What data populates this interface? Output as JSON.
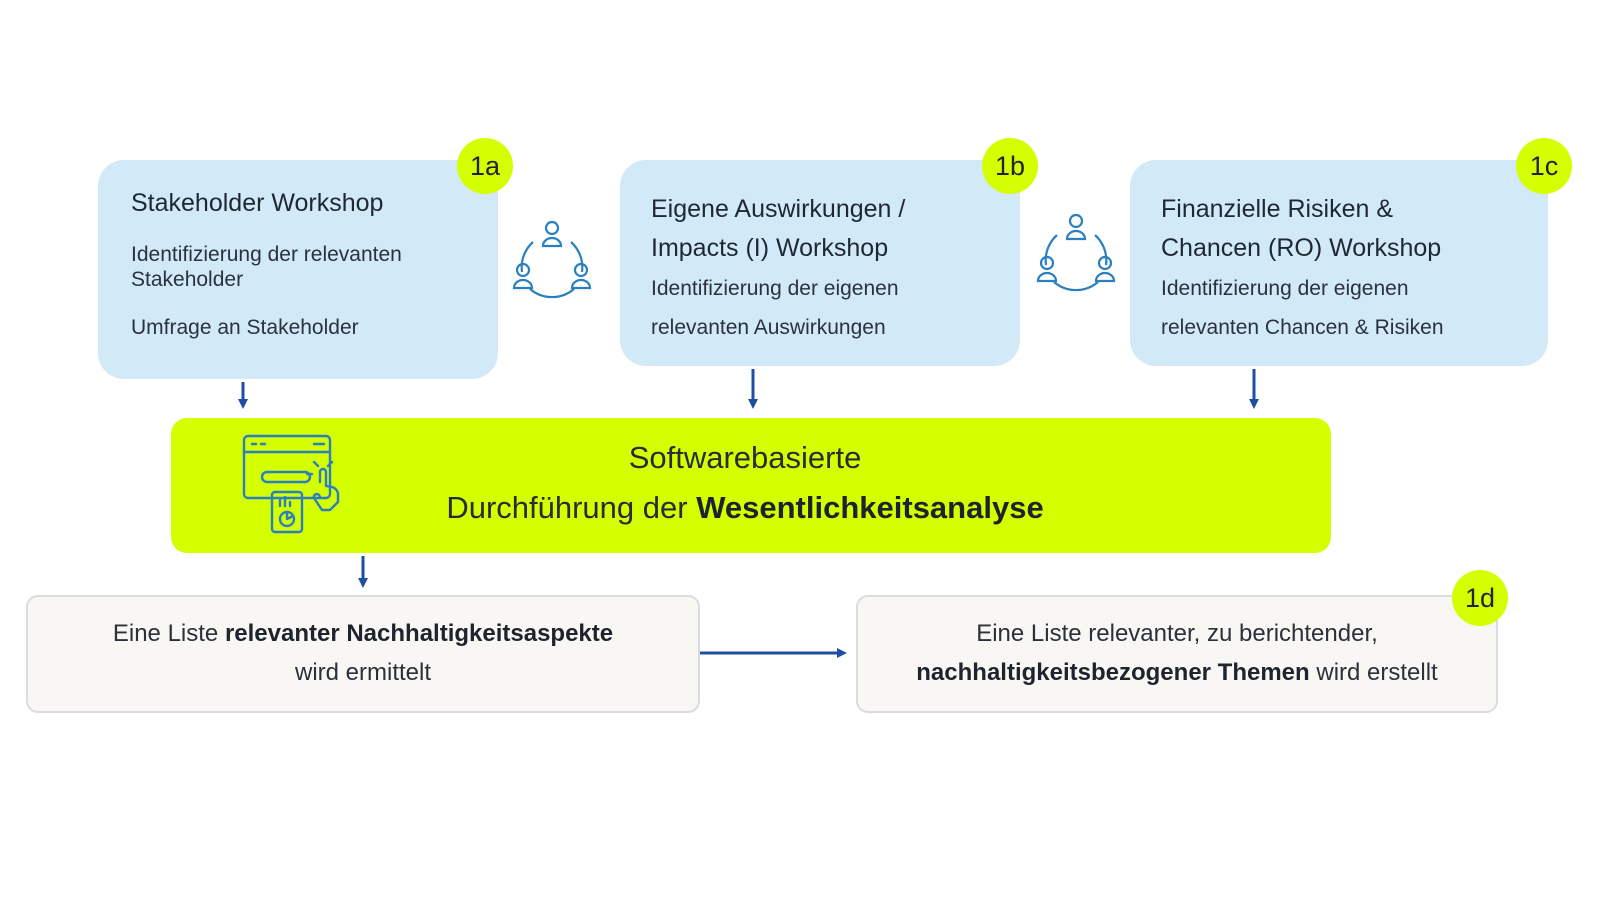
{
  "cards": {
    "a": {
      "badge": "1a",
      "title": "Stakeholder Workshop",
      "line1": "Identifizierung der relevanten",
      "line2": "Stakeholder",
      "line3": "Umfrage an Stakeholder"
    },
    "b": {
      "badge": "1b",
      "title1": "Eigene Auswirkungen /",
      "title2": "Impacts (I) Workshop",
      "line1": "Identifizierung der eigenen",
      "line2": "relevanten Auswirkungen"
    },
    "c": {
      "badge": "1c",
      "title1": "Finanzielle Risiken &",
      "title2": "Chancen (RO) Workshop",
      "line1": "Identifizierung der eigenen",
      "line2": "relevanten Chancen & Risiken"
    }
  },
  "software": {
    "line1": "Softwarebasierte",
    "line2_prefix": "Durchführung der ",
    "line2_bold": "Wesentlichkeitsanalyse"
  },
  "result_left": {
    "prefix": "Eine Liste ",
    "bold": "relevanter Nachhaltigkeitsaspekte",
    "line2": "wird ermittelt"
  },
  "result_right": {
    "badge": "1d",
    "line1": "Eine Liste relevanter, zu berichtender,",
    "bold": "nachhaltigkeitsbezogener Themen",
    "suffix": " wird erstellt"
  },
  "colors": {
    "card_blue": "#d2eaf8",
    "accent_green": "#d4ff00",
    "arrow_blue": "#1f4fa3",
    "icon_blue": "#2a7fc1"
  },
  "icons": {
    "group": "people-cycle-icon",
    "software": "software-touch-icon"
  }
}
